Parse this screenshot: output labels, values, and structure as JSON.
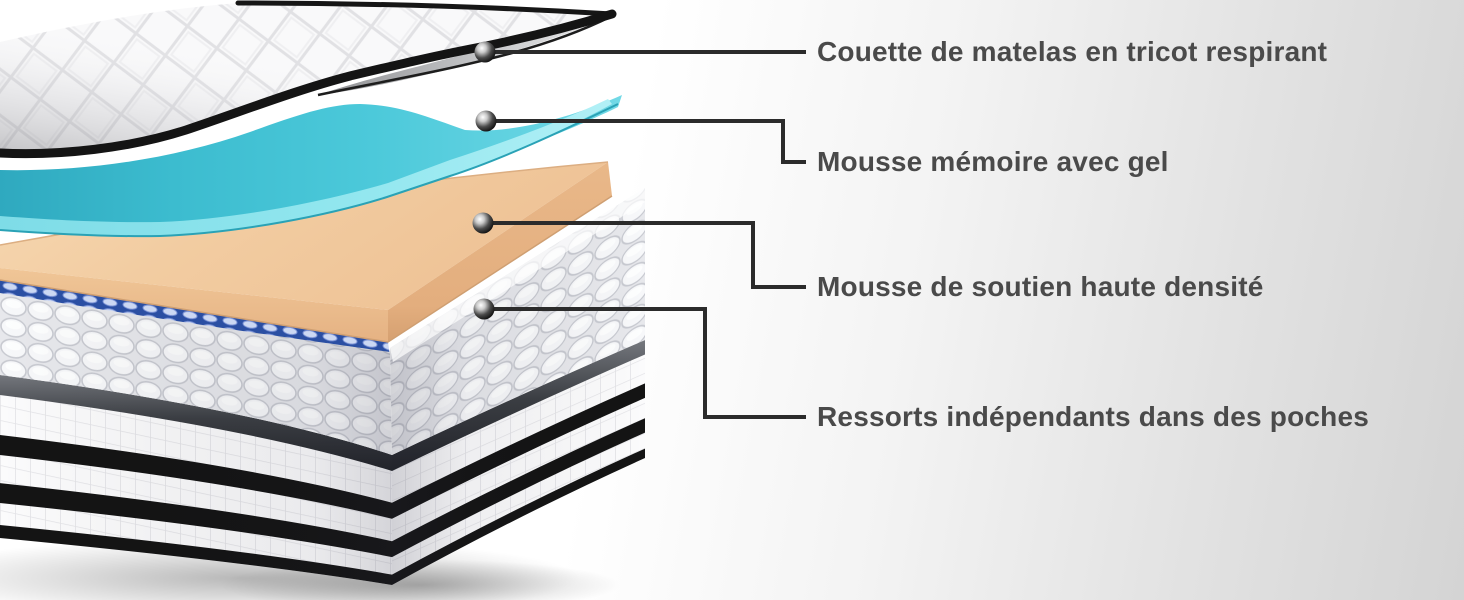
{
  "diagram": {
    "type": "exploded-mattress-layers",
    "labels": [
      {
        "id": "quilt-cover",
        "text": "Couette de matelas en tricot respirant"
      },
      {
        "id": "gel-foam",
        "text": "Mousse mémoire avec gel"
      },
      {
        "id": "support-foam",
        "text": "Mousse de soutien haute densité"
      },
      {
        "id": "pocket-springs",
        "text": "Ressorts indépendants dans des poches"
      }
    ]
  },
  "colors": {
    "label_text": "#4a4a4a",
    "leader_line": "#2b2b2b",
    "background_right": "#d4d4d4",
    "quilt_white": "#f9f9fa",
    "gel_foam": "#44c4d6",
    "gel_foam_edge": "#93e7ef",
    "support_foam": "#f2c99e",
    "support_foam_side": "#e6b283",
    "spring_pocket": "#f5f6f8",
    "spring_top_blue": "#2b4fa3",
    "base_stripe": "#141414"
  }
}
